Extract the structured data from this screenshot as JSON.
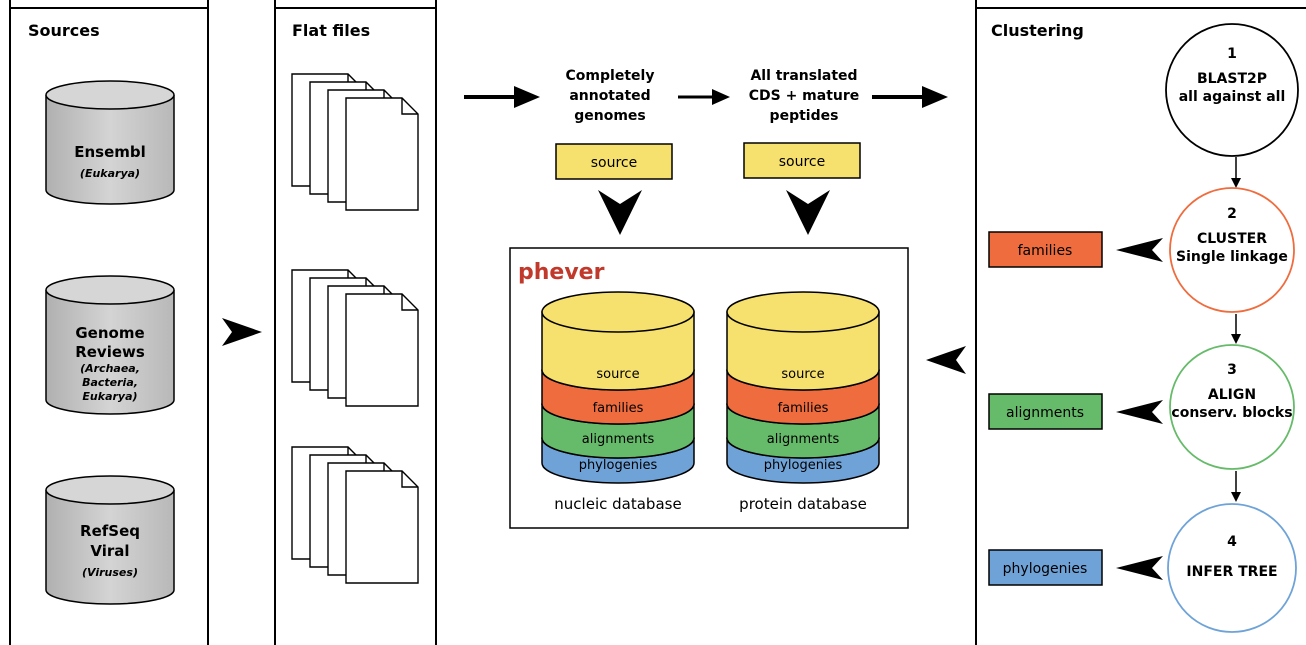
{
  "colors": {
    "source": "#f6e06e",
    "families": "#ef6c3e",
    "alignments": "#66bb6a",
    "phylogenies": "#6fa3d8",
    "cylinder_grey": "#c8c8c8",
    "logo": "#c0392b",
    "step2_border": "#ef6c3e",
    "step3_border": "#66bb6a",
    "step4_border": "#6fa3d8"
  },
  "sources_panel": {
    "title": "Sources",
    "items": [
      {
        "lines": [
          "Ensembl"
        ],
        "sub": [
          "(Eukarya)"
        ]
      },
      {
        "lines": [
          "Genome",
          "Reviews"
        ],
        "sub": [
          "(Archaea,",
          "Bacteria,",
          "Eukarya)"
        ]
      },
      {
        "lines": [
          "RefSeq",
          "Viral"
        ],
        "sub": [
          "(Viruses)"
        ]
      }
    ]
  },
  "flat_files_panel": {
    "title": "Flat files"
  },
  "flow": {
    "step_a": [
      "Completely",
      "annotated",
      "genomes"
    ],
    "step_b": [
      "All translated",
      "CDS + mature",
      "peptides"
    ],
    "source_tag": "source"
  },
  "database": {
    "logo": "phever",
    "layers": [
      "source",
      "families",
      "alignments",
      "phylogenies"
    ],
    "nucleic_label": "nucleic database",
    "protein_label": "protein database"
  },
  "clustering_panel": {
    "title": "Clustering",
    "steps": [
      {
        "num": "1",
        "lines": [
          "BLAST2P",
          "all against all"
        ]
      },
      {
        "num": "2",
        "lines": [
          "CLUSTER",
          "Single linkage"
        ]
      },
      {
        "num": "3",
        "lines": [
          "ALIGN",
          "conserv. blocks"
        ]
      },
      {
        "num": "4",
        "lines": [
          "INFER TREE"
        ]
      }
    ],
    "outputs": [
      "families",
      "alignments",
      "phylogenies"
    ]
  }
}
